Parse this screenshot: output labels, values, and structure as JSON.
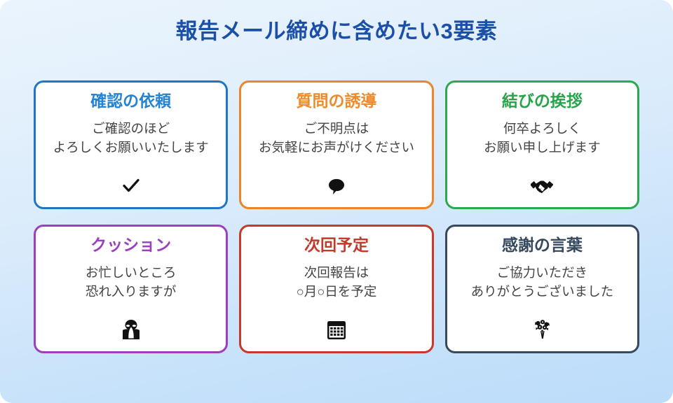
{
  "page": {
    "title": "報告メール締めに含めたい3要素",
    "background_top_color": "#eaf4fd",
    "background_bottom_color": "#bcdcfa",
    "title_color": "#1b4fa8",
    "body_text_color": "#444444"
  },
  "cards": [
    {
      "title": "確認の依頼",
      "line1": "ご確認のほど",
      "line2": "よろしくお願いいたします",
      "icon": "check-mark-icon",
      "icon_glyph": "✓",
      "accent_color": "#2383d4",
      "border_color": "#1f77c4"
    },
    {
      "title": "質問の誘導",
      "line1": "ご不明点は",
      "line2": "お気軽にお声がけください",
      "icon": "speech-balloon-icon",
      "icon_glyph": "🗨",
      "accent_color": "#ef8a2b",
      "border_color": "#e8862a"
    },
    {
      "title": "結びの挨拶",
      "line1": "何卒よろしく",
      "line2": "お願い申し上げます",
      "icon": "handshake-icon",
      "icon_glyph": "🤝",
      "accent_color": "#27a34a",
      "border_color": "#2aa94f"
    },
    {
      "title": "クッション",
      "line1": "お忙しいところ",
      "line2": "恐れ入りますが",
      "icon": "person-bowing-icon",
      "icon_glyph": "🙇",
      "accent_color": "#9b3fbd",
      "border_color": "#9b3fbd"
    },
    {
      "title": "次回予定",
      "line1": "次回報告は",
      "line2": "○月○日を予定",
      "icon": "calendar-icon",
      "icon_glyph": "🗓",
      "accent_color": "#c23a29",
      "border_color": "#c8392b"
    },
    {
      "title": "感謝の言葉",
      "line1": "ご協力いただき",
      "line2": "ありがとうございました",
      "icon": "bouquet-icon",
      "icon_glyph": "💐",
      "accent_color": "#34495e",
      "border_color": "#38495c"
    }
  ]
}
